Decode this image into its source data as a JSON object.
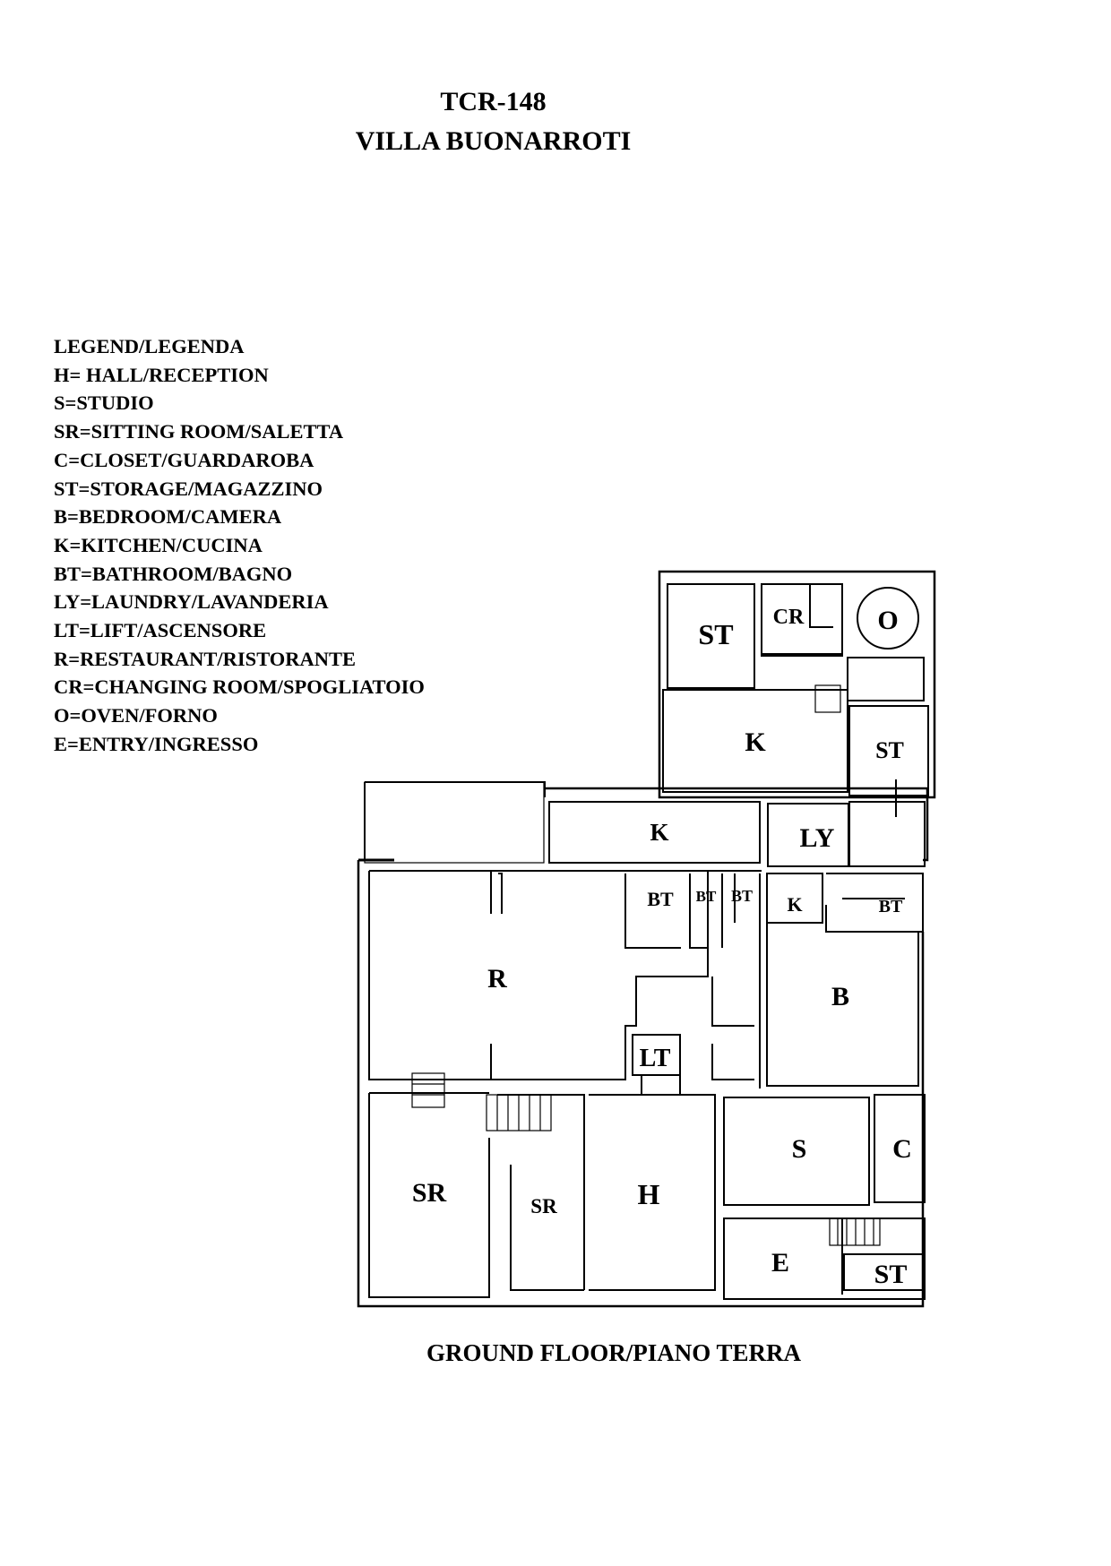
{
  "header": {
    "code": "TCR-148",
    "name": "VILLA BUONARROTI"
  },
  "legend": {
    "title": "LEGEND/LEGENDA",
    "items": [
      "H= HALL/RECEPTION",
      "S=STUDIO",
      "SR=SITTING ROOM/SALETTA",
      "C=CLOSET/GUARDAROBA",
      "ST=STORAGE/MAGAZZINO",
      "B=BEDROOM/CAMERA",
      "K=KITCHEN/CUCINA",
      "BT=BATHROOM/BAGNO",
      "LY=LAUNDRY/LAVANDERIA",
      "LT=LIFT/ASCENSORE",
      "R=RESTAURANT/RISTORANTE",
      "CR=CHANGING ROOM/SPOGLIATOIO",
      "O=OVEN/FORNO",
      "E=ENTRY/INGRESSO"
    ]
  },
  "rooms": {
    "st_top": "ST",
    "cr": "CR",
    "oven": "O",
    "k_upper": "K",
    "st_right": "ST",
    "k_mid": "K",
    "ly": "LY",
    "bt1": "BT",
    "bt2": "BT",
    "bt3": "BT",
    "k_small": "K",
    "bt4": "BT",
    "r": "R",
    "b": "B",
    "lt": "LT",
    "s": "S",
    "c": "C",
    "sr_left": "SR",
    "sr_mid": "SR",
    "h": "H",
    "e": "E",
    "st_bottom": "ST"
  },
  "footer": {
    "floor_label": "GROUND FLOOR/PIANO TERRA"
  }
}
